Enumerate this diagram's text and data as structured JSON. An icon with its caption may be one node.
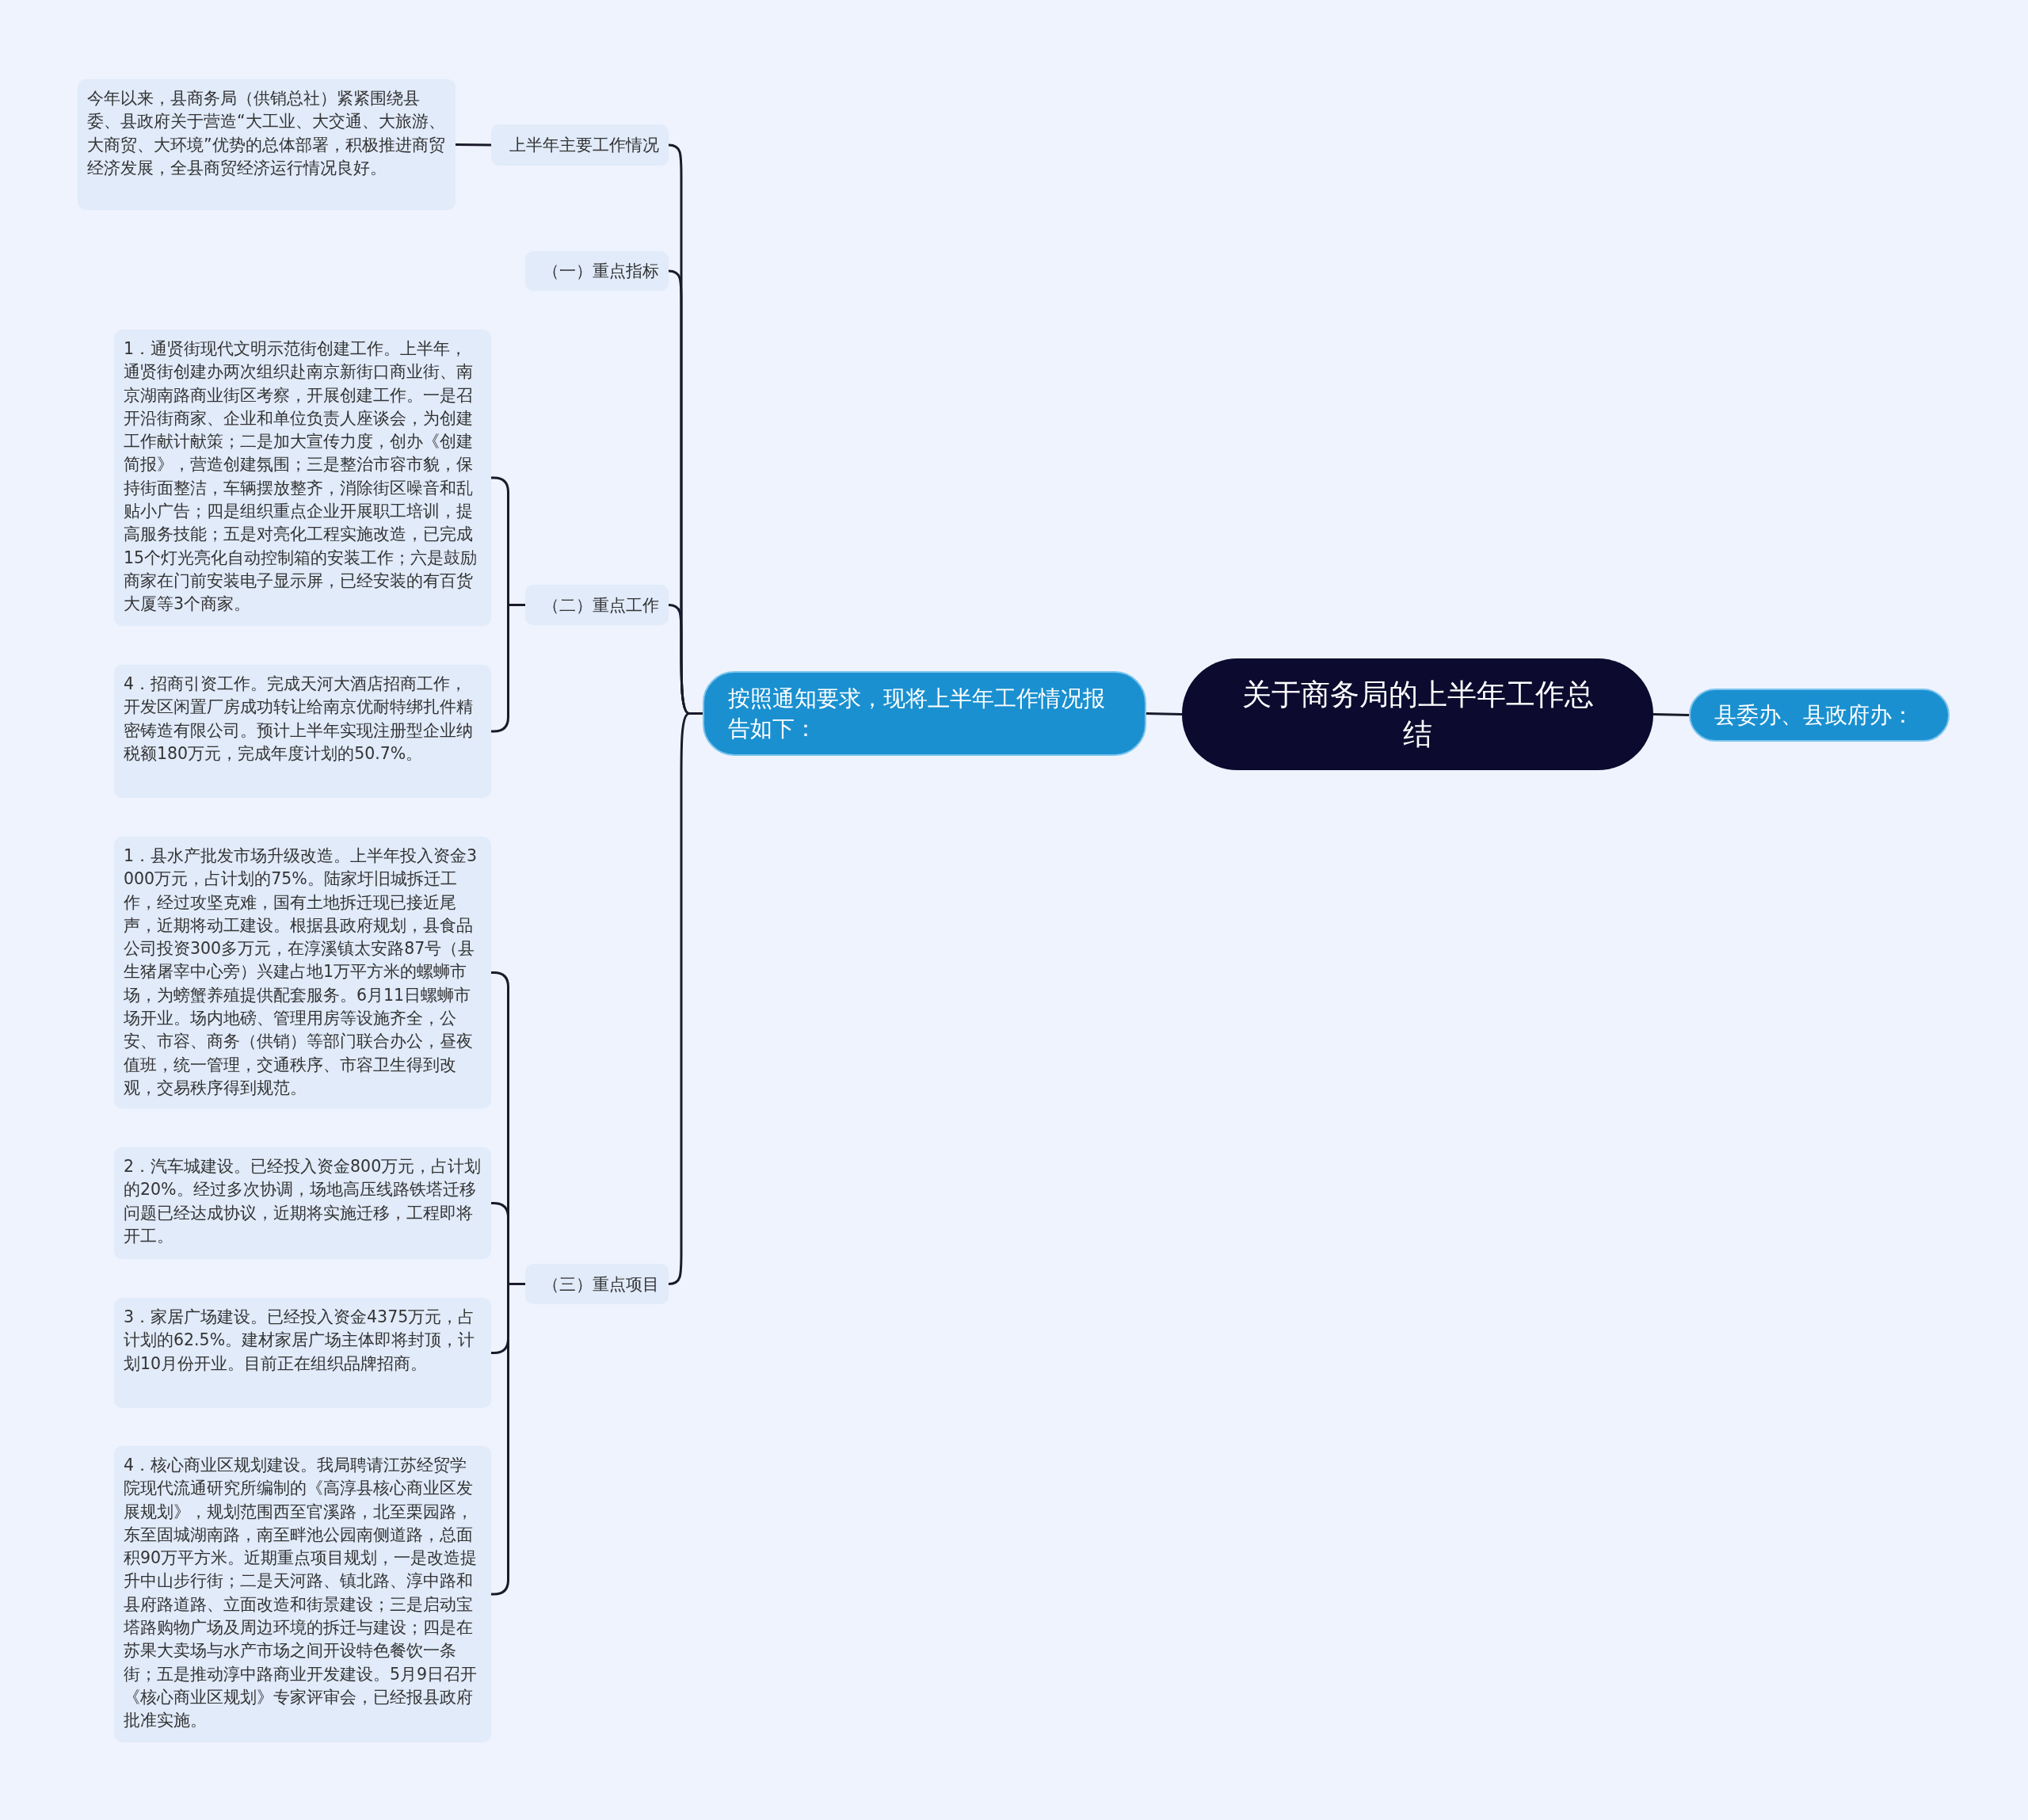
{
  "diagram": {
    "nodes": [
      {
        "text": [
          "关于商务局的上半年工作总结"
        ]
      },
      {
        "text": [
          "县委办、县政府办："
        ]
      },
      {
        "text": [
          "按照通知要求，现将上半年工作情况报告如下："
        ]
      },
      {
        "text": [
          "上半年主要工作情况"
        ]
      },
      {
        "text": [
          "今年以来，县商务局（供销总社）紧紧围绕县委、县政府关于营造“大工业、大交通、大旅游、大商贸、大环境”优势的总体部署，积极推进商贸经济发展，全县商贸经济运行情况良好。"
        ]
      },
      {
        "text": [
          "（一）重点指标"
        ]
      },
      {
        "text": [
          "（二）重点工作"
        ]
      },
      {
        "text": [
          "1．通贤街现代文明示范街创建工作。上半年，通贤街创建办两次组织赴南京新街口商业街、南京湖南路商业街区考察，开展创建工作。一是召开沿街商家、企业和单位负责人座谈会，为创建工作献计献策；二是加大宣传力度，创办《创建简报》，营造创建氛围；三是整治市容市貌，保持街面整洁，车辆摆放整齐，消除街区噪音和乱贴小广告；四是组织重点企业开展职工培训，提高服务技能；五是对亮化工程实施改造，已完成15个灯光亮化自动控制箱的安装工作；六是鼓励商家在门前安装电子显示屏，已经安装的有百货大厦等3个商家。"
        ]
      },
      {
        "text": [
          "4．招商引资工作。完成天河大酒店招商工作，开发区闲置厂房成功转让给南京优耐特绑扎件精密铸造有限公司。预计上半年实现注册型企业纳税额180万元，完成年度计划的50.7%。"
        ]
      },
      {
        "text": [
          "（三）重点项目"
        ]
      },
      {
        "text": [
          "1．县水产批发市场升级改造。上半年投入资金3000万元，占计划的75%。陆家圩旧城拆迁工作，经过攻坚克难，国有土地拆迁现已接近尾声，近期将动工建设。根据县政府规划，县食品公司投资300多万元，在淳溪镇太安路87号（县生猪屠宰中心旁）兴建占地1万平方米的螺蛳市场，为螃蟹养殖提供配套服务。6月11日螺蛳市场开业。场内地磅、管理用房等设施齐全，公安、市容、商务（供销）等部门联合办公，昼夜值班，统一管理，交通秩序、市容卫生得到改观，交易秩序得到规范。"
        ]
      },
      {
        "text": [
          "2．汽车城建设。已经投入资金800万元，占计划的20%。经过多次协调，场地高压线路铁塔迁移问题已经达成协议，近期将实施迁移，工程即将开工。"
        ]
      },
      {
        "text": [
          "3．家居广场建设。已经投入资金4375万元，占计划的62.5%。建材家居广场主体即将封顶，计划10月份开业。目前正在组织品牌招商。"
        ]
      },
      {
        "text": [
          "4．核心商业区规划建设。我局聘请江苏经贸学院现代流通研究所编制的《高淳县核心商业区发展规划》，规划范围西至官溪路，北至栗园路，东至固城湖南路，南至畔池公园南侧道路，总面积90万平方米。近期重点项目规划，一是改造提升中山步行街；二是天河路、镇北路、淳中路和县府路道路、立面改造和街景建设；三是启动宝塔路购物广场及周边环境的拆迁与建设；四是在苏果大卖场与水产市场之间开设特色餐饮一条街；五是推动淳中路商业开发建设。5月9日召开《核心商业区规划》专家评审会，已经报县政府批准实施。"
        ]
      }
    ],
    "edges": [
      {
        "from": 0,
        "to": 1,
        "arrow": "none"
      },
      {
        "from": 0,
        "to": 2,
        "arrow": "none"
      },
      {
        "from": 2,
        "to": 3,
        "arrow": "none"
      },
      {
        "from": 3,
        "to": 4,
        "arrow": "none"
      },
      {
        "from": 2,
        "to": 5,
        "arrow": "none"
      },
      {
        "from": 2,
        "to": 6,
        "arrow": "none"
      },
      {
        "from": 6,
        "to": 7,
        "arrow": "none"
      },
      {
        "from": 6,
        "to": 8,
        "arrow": "none"
      },
      {
        "from": 2,
        "to": 9,
        "arrow": "none"
      },
      {
        "from": 9,
        "to": 10,
        "arrow": "none"
      },
      {
        "from": 9,
        "to": 11,
        "arrow": "none"
      },
      {
        "from": 9,
        "to": 12,
        "arrow": "none"
      },
      {
        "from": 9,
        "to": 13,
        "arrow": "none"
      }
    ]
  }
}
